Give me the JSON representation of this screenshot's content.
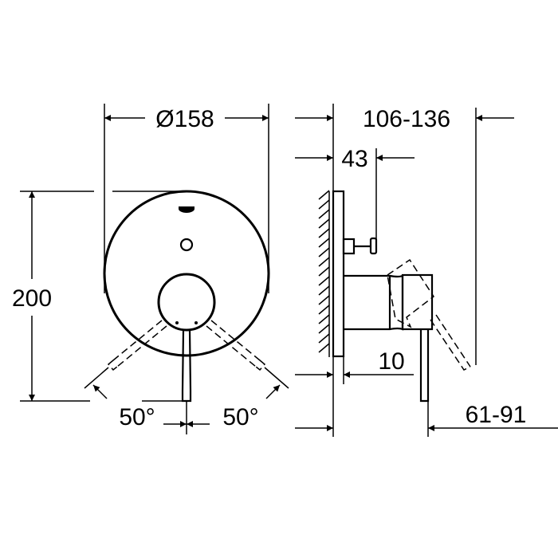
{
  "drawing": {
    "front_view": {
      "diameter_label": "Ø158",
      "height_label": "200",
      "angle_left_label": "50°",
      "angle_right_label": "50°"
    },
    "side_view": {
      "projection_label": "106-136",
      "stem_label": "43",
      "plate_offset_label": "10",
      "lever_label": "61-91"
    },
    "line_color": "#000000",
    "background_color": "#ffffff"
  }
}
